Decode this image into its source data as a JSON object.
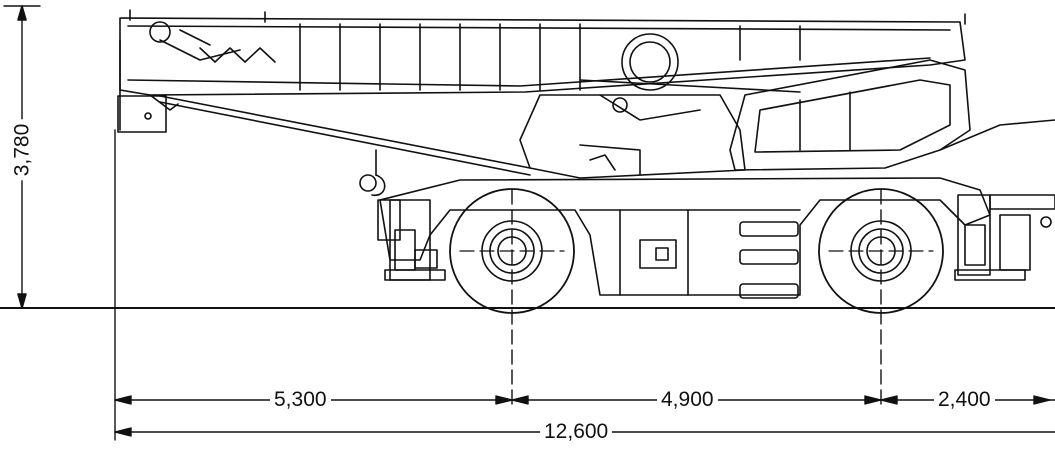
{
  "dimensions": {
    "height": "3,780",
    "front_overhang": "5,300",
    "wheelbase": "4,900",
    "rear_overhang": "2,400",
    "overall_length": "12,600"
  },
  "colors": {
    "line": "#111111",
    "background": "#ffffff"
  }
}
